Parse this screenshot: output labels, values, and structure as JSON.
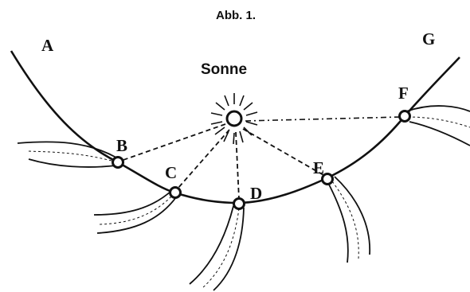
{
  "figure": {
    "caption": "Abb. 1.",
    "sun_label": "Sonne",
    "points": {
      "A": "A",
      "B": "B",
      "C": "C",
      "D": "D",
      "E": "E",
      "F": "F",
      "G": "G"
    }
  },
  "colors": {
    "ink": "#111111",
    "paper": "#ffffff"
  }
}
